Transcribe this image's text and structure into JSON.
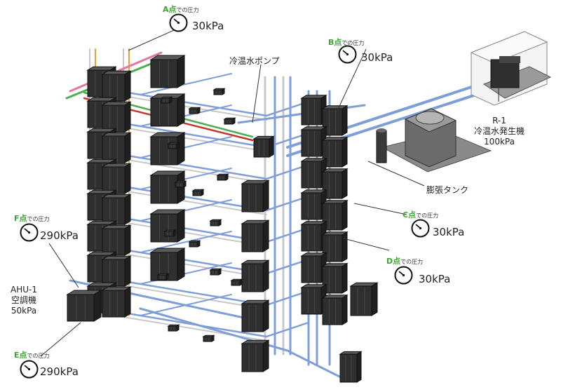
{
  "points": {
    "a": {
      "letter": "A点",
      "suffix": "での圧力",
      "value": "30kPa"
    },
    "b": {
      "letter": "B点",
      "suffix": "での圧力",
      "value": "30kPa"
    },
    "c": {
      "letter": "C点",
      "suffix": "での圧力",
      "value": "30kPa"
    },
    "d": {
      "letter": "D点",
      "suffix": "での圧力",
      "value": "30kPa"
    },
    "e": {
      "letter": "E点",
      "suffix": "での圧力",
      "value": "290kPa"
    },
    "f": {
      "letter": "F点",
      "suffix": "での圧力",
      "value": "290kPa"
    }
  },
  "labels": {
    "pump": "冷温水ポンプ",
    "expansion_tank": "膨張タンク",
    "chiller": {
      "id": "R-1",
      "name": "冷温水発生機",
      "pressure": "100kPa"
    },
    "ahu": {
      "id": "AHU-1",
      "name": "空調機",
      "pressure": "50kPa"
    }
  },
  "colors": {
    "label_green": "#3fa535",
    "pipe_blue": "#7f9ed8",
    "pipe_pink": "#e07a9a",
    "pipe_green": "#4caf50",
    "pipe_red": "#c0392b",
    "pipe_orange": "#e6a040",
    "pipe_grey": "#c8c8c8",
    "unit_dark": "#2f2f2f"
  },
  "icons": {
    "gauge": "pressure-gauge-icon"
  }
}
